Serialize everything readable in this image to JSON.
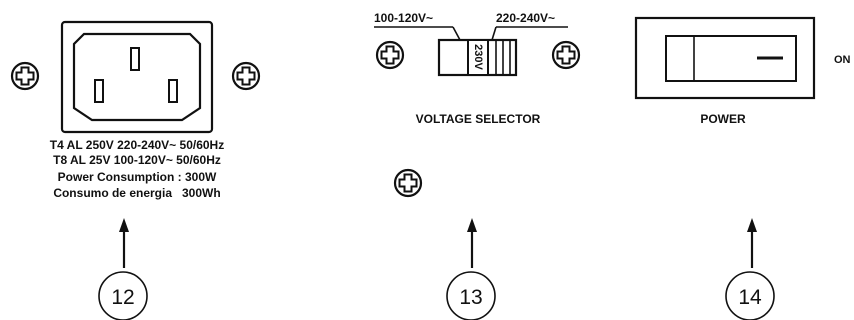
{
  "power_inlet": {
    "fuse_line_1": "T4 AL 250V 220-240V~ 50/60Hz",
    "fuse_line_2": "T8 AL 25V 100-120V~ 50/60Hz",
    "consumption_line_1": "Power Consumption : 300W",
    "consumption_line_2": "Consumo de energia   300Wh",
    "callout_number": "12"
  },
  "voltage_selector": {
    "left_option": "100-120V~",
    "right_option": "220-240V~",
    "switch_text": "230V",
    "title": "VOLTAGE SELECTOR",
    "callout_number": "13"
  },
  "power_switch": {
    "state_label": "ON",
    "title": "POWER",
    "callout_number": "14"
  },
  "colors": {
    "ink": "#111111",
    "background": "#ffffff"
  },
  "icons": [
    "screw-icon",
    "arrow-up-icon"
  ]
}
